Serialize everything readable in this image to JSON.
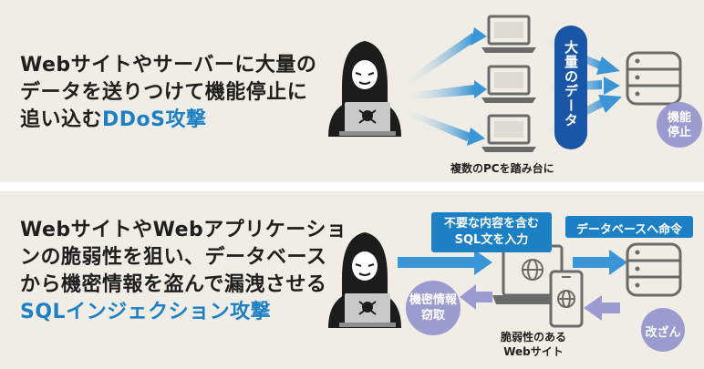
{
  "top": {
    "headline_line1": "Webサイトやサーバーに大量の",
    "headline_line2": "データを送りつけて機能停止に",
    "headline_line3_prefix": "追い込む",
    "headline_line3_accent": "DDoS攻撃",
    "bulk_data_label": "大量のデータ",
    "stop_label_1": "機能",
    "stop_label_2": "停止",
    "pc_caption": "複数のPCを踏み台に"
  },
  "bottom": {
    "headline_line1": "WebサイトやWebアプリケーショ",
    "headline_line2": "ンの脆弱性を狙い、データベース",
    "headline_line3": "から機密情報を盗んで漏洩させる",
    "headline_line4": "SQLインジェクション攻撃",
    "inject_label_1": "不要な内容を含む",
    "inject_label_2": "SQL文を入力",
    "db_command_label": "データベースへ命令",
    "theft_label_1": "機密情報",
    "theft_label_2": "窃取",
    "tamper_label": "改ざん",
    "site_caption_1": "脆弱性のある",
    "site_caption_2": "Webサイト"
  },
  "colors": {
    "panel_bg": "#efede6",
    "accent_blue": "#1d7fc4",
    "dark_blue": "#1a56a8",
    "lavender": "#9b9bd0",
    "dark": "#1f1f1f"
  }
}
